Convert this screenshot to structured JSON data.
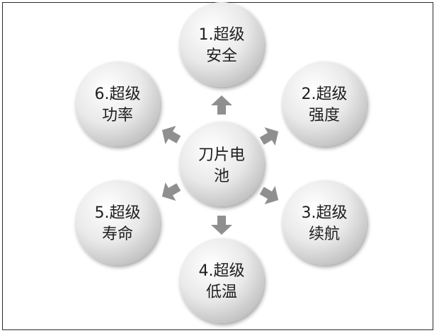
{
  "center": {
    "line1": "刀片电",
    "line2": "池"
  },
  "nodes": [
    {
      "line1": "1.超级",
      "line2": "安全"
    },
    {
      "line1": "2.超级",
      "line2": "强度"
    },
    {
      "line1": "3.超级",
      "line2": "续航"
    },
    {
      "line1": "4.超级",
      "line2": "低温"
    },
    {
      "line1": "5.超级",
      "line2": "寿命"
    },
    {
      "line1": "6.超级",
      "line2": "功率"
    }
  ],
  "colors": {
    "circle_light": "#ffffff",
    "circle_dark": "#bdbdbd",
    "arrow": "#8f8f8f",
    "text": "#1e1e1e",
    "frame": "#2a2a2a"
  }
}
